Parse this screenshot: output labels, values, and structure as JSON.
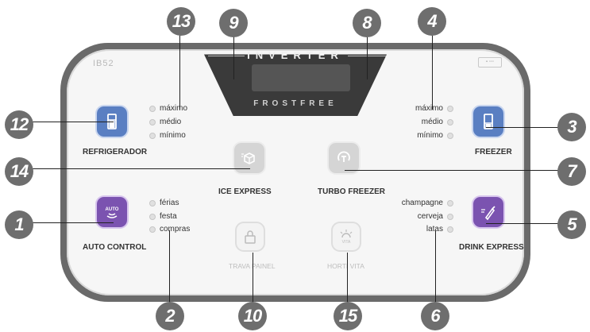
{
  "panel": {
    "model": "IB52",
    "tag": "▪ ▫▫▫"
  },
  "display": {
    "inverter": "INVERTER",
    "frostfree": "FROSTFREE"
  },
  "refrigerador": {
    "label": "REFRIGERADOR",
    "options": [
      "máximo",
      "médio",
      "mínimo"
    ]
  },
  "freezer": {
    "label": "FREEZER",
    "options": [
      "máximo",
      "médio",
      "mínimo"
    ]
  },
  "ice_express": {
    "label": "ICE EXPRESS"
  },
  "turbo_freezer": {
    "label": "TURBO FREEZER"
  },
  "auto_control": {
    "label": "AUTO CONTROL",
    "icon_text": "AUTO",
    "options": [
      "férias",
      "festa",
      "compras"
    ]
  },
  "drink_express": {
    "label": "DRINK EXPRESS",
    "options": [
      "champagne",
      "cerveja",
      "latas"
    ]
  },
  "trava_painel": {
    "label": "TRAVA PAINEL"
  },
  "horti_vita": {
    "label": "HORTI VITA",
    "icon_text": "VITA"
  },
  "callouts": {
    "c1": "1",
    "c2": "2",
    "c3": "3",
    "c4": "4",
    "c5": "5",
    "c6": "6",
    "c7": "7",
    "c8": "8",
    "c9": "9",
    "c10": "10",
    "c12": "12",
    "c13": "13",
    "c14": "14",
    "c15": "15"
  },
  "colors": {
    "blue": "#5a7fc2",
    "purple": "#7b53b0",
    "grey": "#d5d5d5",
    "callout": "#6e6e6e"
  }
}
